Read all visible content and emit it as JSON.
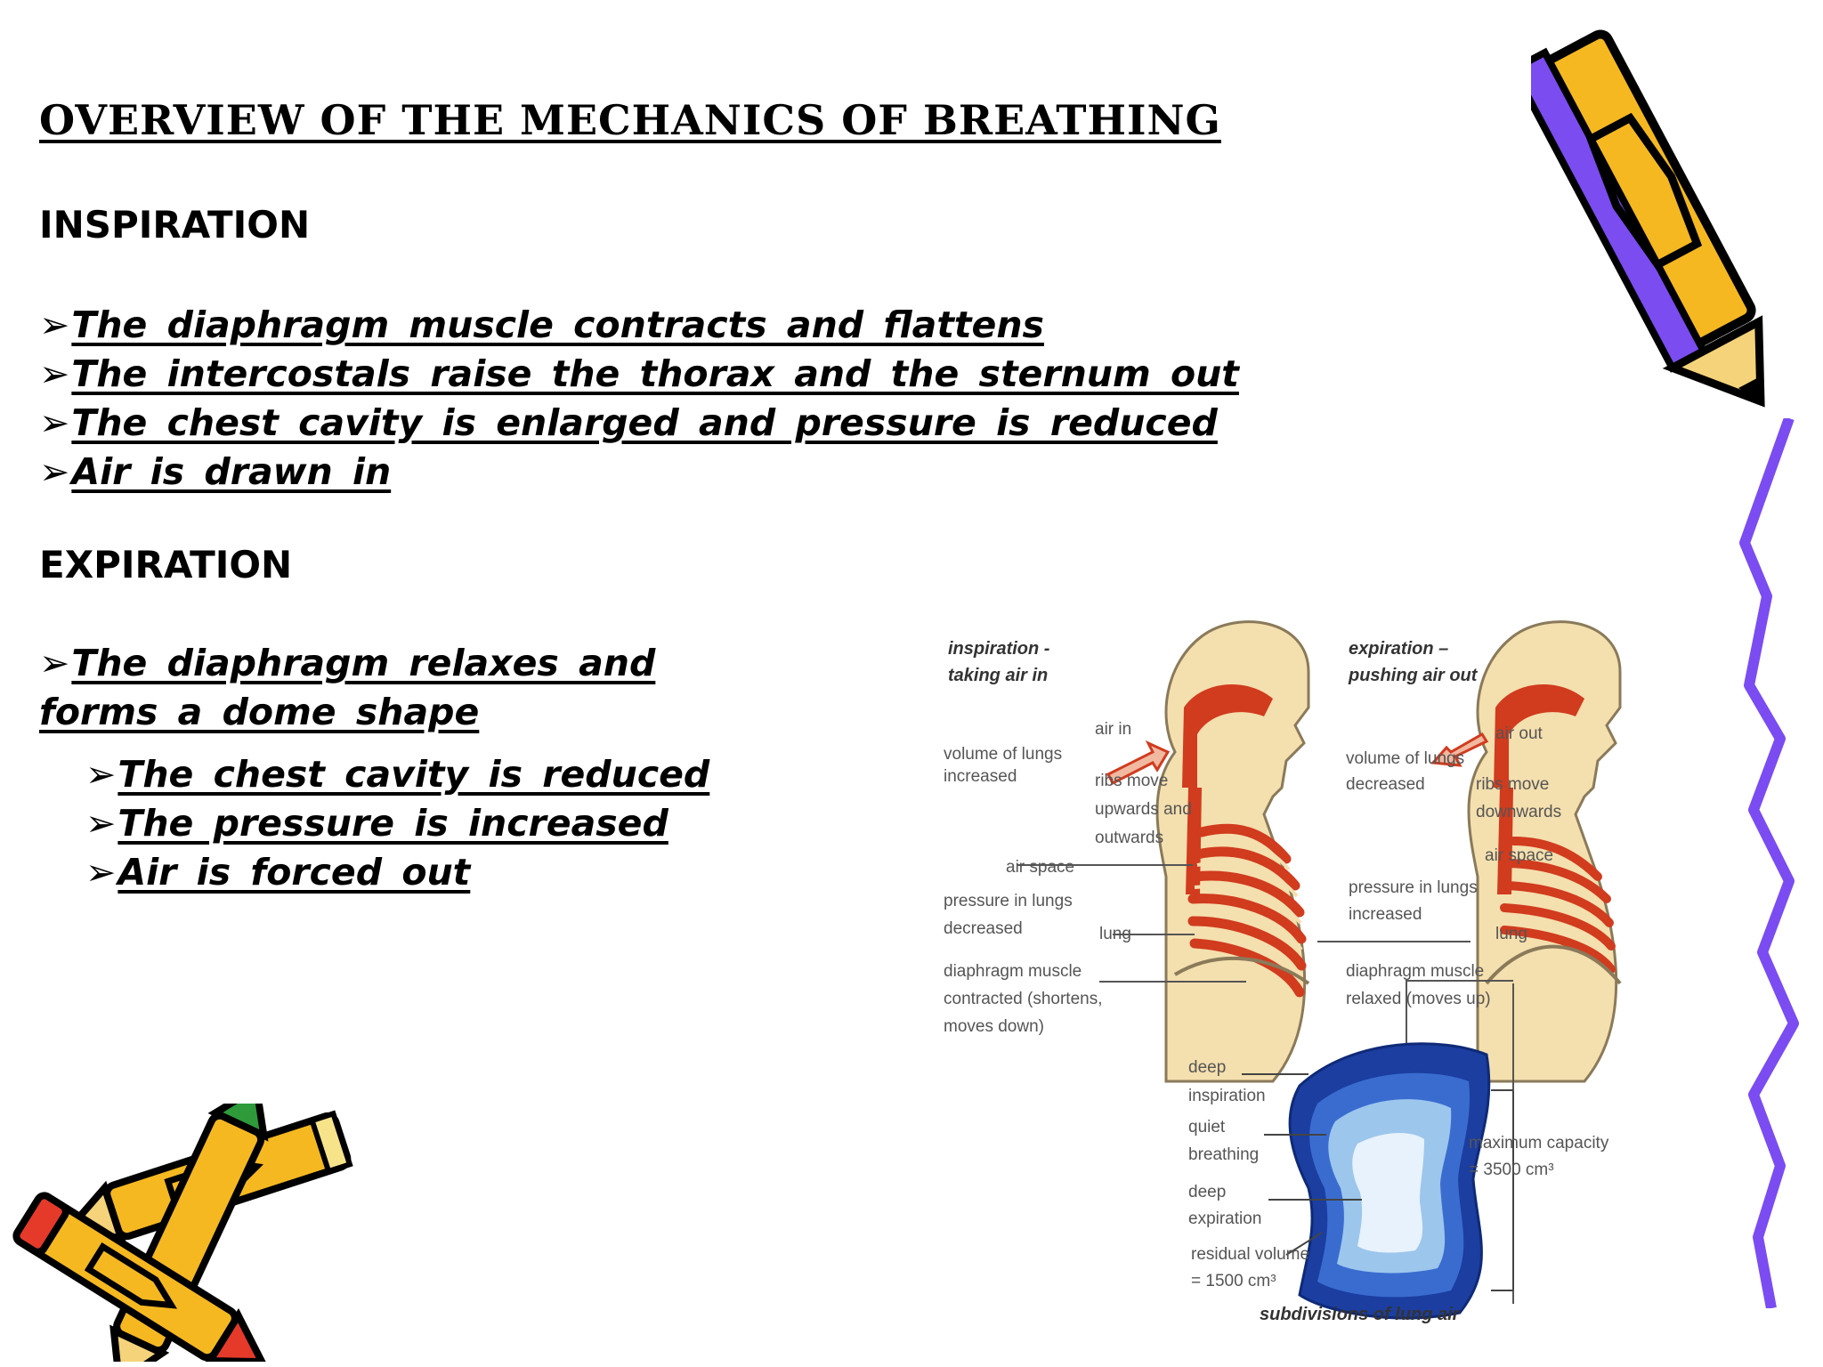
{
  "slide": {
    "title": "OVERVIEW OF THE MECHANICS OF BREATHING",
    "inspiration": {
      "heading": "INSPIRATION",
      "bullets": [
        "The diaphragm muscle contracts and flattens",
        "The intercostals raise the thorax and the sternum out",
        "The chest cavity is enlarged and pressure is reduced",
        "Air is drawn in"
      ]
    },
    "expiration": {
      "heading": "EXPIRATION",
      "bullet_first_line": "The diaphragm relaxes and",
      "bullet_second_line": "forms a dome shape",
      "sub_bullets": [
        "The chest cavity is reduced",
        "The pressure is increased",
        "Air is forced out"
      ]
    },
    "bullet_glyph": "➢"
  },
  "figure": {
    "inspiration_title_1": "inspiration -",
    "inspiration_title_2": "taking air in",
    "expiration_title_1": "expiration –",
    "expiration_title_2": "pushing air out",
    "left_labels": {
      "air_in": "air in",
      "volume_1": "volume of lungs",
      "volume_2": "increased",
      "ribs_1": "ribs move",
      "ribs_2": "upwards and",
      "ribs_3": "outwards",
      "air_space": "air space",
      "pressure_1": "pressure in lungs",
      "pressure_2": "decreased",
      "lung": "lung",
      "diaphragm_1": "diaphragm muscle",
      "diaphragm_2": "contracted (shortens,",
      "diaphragm_3": "moves down)"
    },
    "right_labels": {
      "air_out": "air out",
      "volume_1": "volume of lungs",
      "volume_2": "decreased",
      "ribs_1": "ribs move",
      "ribs_2": "downwards",
      "air_space": "air space",
      "pressure_1": "pressure in lungs",
      "pressure_2": "increased",
      "lung": "lung",
      "diaphragm_1": "diaphragm muscle",
      "diaphragm_2": "relaxed (moves up)"
    },
    "lung_air": {
      "deep_insp_1": "deep",
      "deep_insp_2": "inspiration",
      "quiet_1": "quiet",
      "quiet_2": "breathing",
      "deep_exp_1": "deep",
      "deep_exp_2": "expiration",
      "residual_1": "residual volume",
      "residual_2": "= 1500 cm³",
      "max_1": "maximum capacity",
      "max_2": "= 3500 cm³",
      "caption": "subdivisions of lung air"
    }
  },
  "colors": {
    "pencil_yellow": "#f5b820",
    "pencil_purple": "#7b4cf0",
    "squiggle_purple": "#7a4cf2",
    "skin": "#f4dfae",
    "airway_red": "#d13b1e",
    "lung_dark_blue": "#1b3ea0",
    "lung_light_blue": "#9cc6ec"
  }
}
